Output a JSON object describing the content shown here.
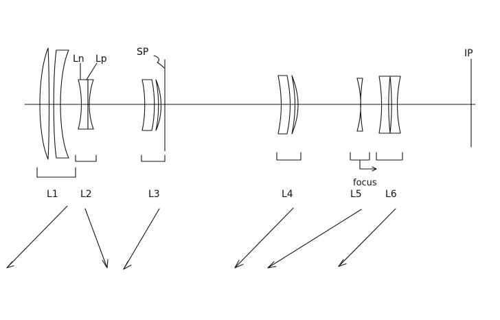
{
  "colors": {
    "ink": "#111111",
    "background": "#ffffff"
  },
  "labels": {
    "stop": "SP",
    "image_plane": "IP",
    "ln": "Ln",
    "lp": "Lp",
    "focus": "focus"
  },
  "groups": [
    {
      "id": "l1",
      "label": "L1"
    },
    {
      "id": "l2",
      "label": "L2"
    },
    {
      "id": "l3",
      "label": "L3"
    },
    {
      "id": "l4",
      "label": "L4"
    },
    {
      "id": "l5",
      "label": "L5"
    },
    {
      "id": "l6",
      "label": "L6"
    }
  ]
}
